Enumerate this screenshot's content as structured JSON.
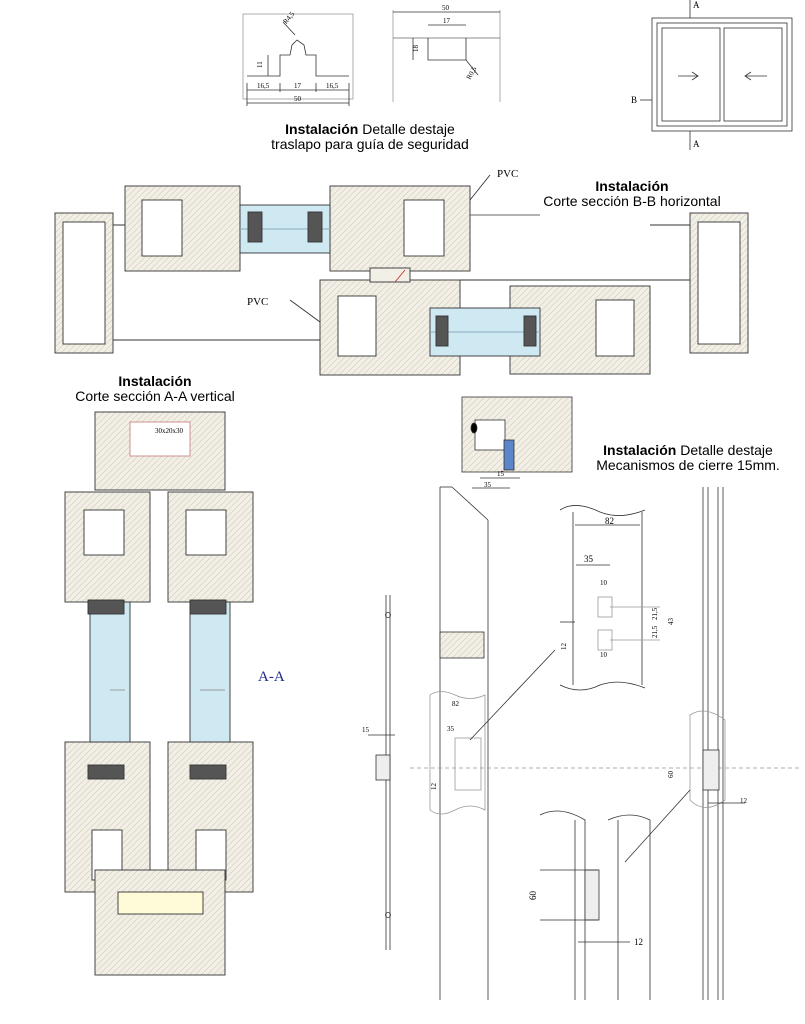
{
  "captions": {
    "traslapo": {
      "bold": "Instalación",
      "rest": " Detalle destaje",
      "line2": "traslapo para guía de seguridad"
    },
    "horizontal": {
      "bold": "Instalación",
      "line2": "Corte sección B-B horizontal"
    },
    "vertical": {
      "bold": "Instalación",
      "line2": "Corte sección A-A vertical"
    },
    "mecanismos": {
      "bold": "Instalación",
      "rest": " Detalle destaje",
      "line2": "Mecanismos de cierre 15mm."
    }
  },
  "labels": {
    "pvc_1": "PVC",
    "pvc_2": "PVC",
    "section_aa": "A-A",
    "box": "30x20x30",
    "elev_a_top": "A",
    "elev_a_bottom": "A",
    "elev_b": "B"
  },
  "dims": {
    "d1_r": "R4,5",
    "d1_11": "11",
    "d1_165a": "16,5",
    "d1_17": "17",
    "d1_165b": "16,5",
    "d1_50": "50",
    "d2_50": "50",
    "d2_17": "17",
    "d2_18": "18",
    "d2_r": "R0,5",
    "d3_15": "15",
    "d3_35": "35",
    "dt_82": "82",
    "dt_35": "35",
    "dt_10a": "10",
    "dt_215a": "21,5",
    "dt_215b": "21,5",
    "dt_43": "43",
    "dt_12": "12",
    "dt_10b": "10",
    "dm_82": "82",
    "dm_35": "35",
    "dm_12": "12",
    "dm_15": "15",
    "dr_60": "60",
    "dr_12": "12",
    "db_60": "60",
    "db_12": "12"
  },
  "colors": {
    "line": "#333333",
    "glass": "#cfe9f3",
    "sash": "#e9e9e9",
    "accent": "#1b2a8a",
    "gasket": "#2f8f4f"
  }
}
